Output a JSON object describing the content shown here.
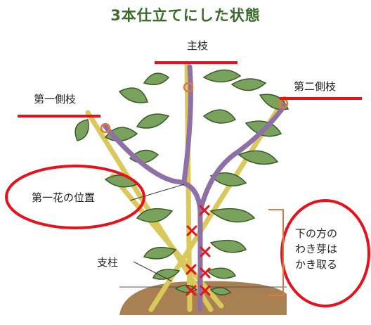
{
  "title": "3本仕立てにした状態",
  "labels": {
    "main_branch": "主枝",
    "first_side_branch": "第一側枝",
    "second_side_branch": "第二側枝",
    "first_flower_position": "第一花の位置",
    "support_pole": "支柱",
    "remove_suckers": [
      "下の方の",
      "わき芽は",
      "かき取る"
    ]
  },
  "colors": {
    "title_green": "#3a6b2a",
    "highlight_red": "#e8101a",
    "stem_purple": "#8e6fa6",
    "leaf_green": "#79a35c",
    "leaf_vein": "#8c5aa3",
    "pole_yellow": "#d9c85a",
    "soil_brown": "#a98052",
    "bracket_orange": "#e07a3c"
  }
}
